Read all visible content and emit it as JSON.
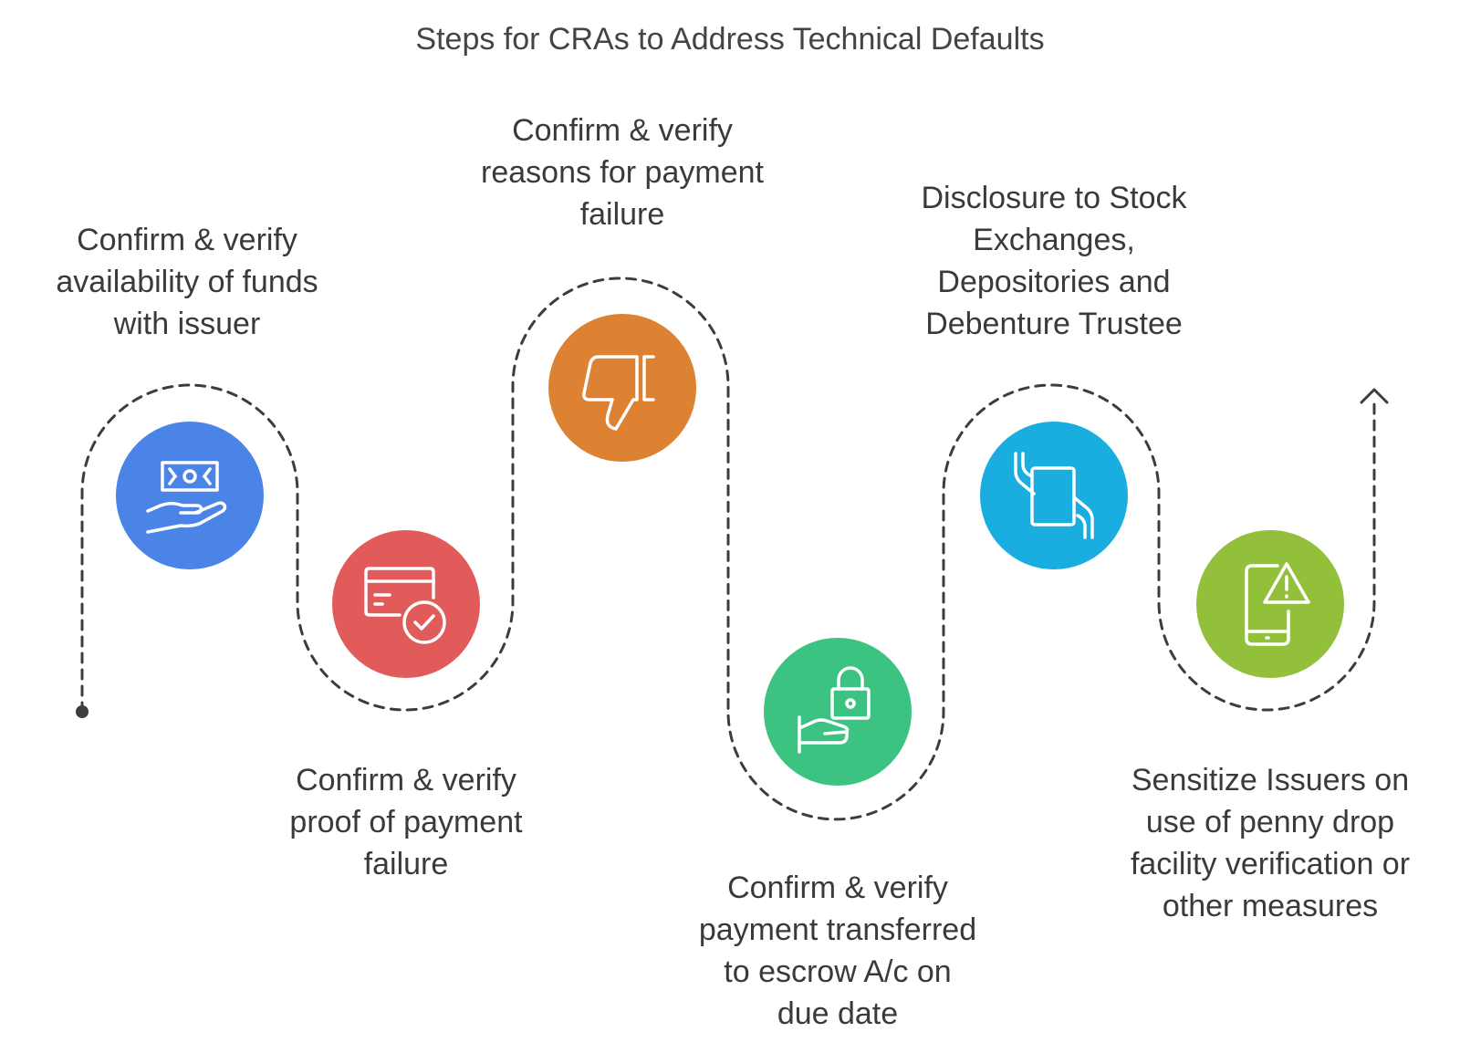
{
  "title": "Steps for CRAs to Address Technical Defaults",
  "colors": {
    "path": "#3d3d3d",
    "icon_stroke": "#ffffff",
    "text": "#3a3a3a"
  },
  "steps": [
    {
      "icon": "money-hand-icon",
      "color": "#4a84e6",
      "label_lines": [
        "Confirm & verify",
        "availability of funds",
        "with issuer"
      ]
    },
    {
      "icon": "credit-card-check-icon",
      "color": "#e15b5b",
      "label_lines": [
        "Confirm & verify",
        "proof of payment",
        "failure"
      ]
    },
    {
      "icon": "thumbs-down-icon",
      "color": "#dd8233",
      "label_lines": [
        "Confirm & verify",
        "reasons for payment",
        "failure"
      ]
    },
    {
      "icon": "hand-lock-icon",
      "color": "#3cc281",
      "label_lines": [
        "Confirm & verify",
        "payment transferred",
        "to escrow A/c on",
        "due date"
      ]
    },
    {
      "icon": "hands-document-icon",
      "color": "#19ade0",
      "label_lines": [
        "Disclosure to Stock",
        "Exchanges,",
        "Depositories and",
        "Debenture Trustee"
      ]
    },
    {
      "icon": "phone-warning-icon",
      "color": "#92c03b",
      "label_lines": [
        "Sensitize Issuers on",
        "use of penny drop",
        "facility verification or",
        "other measures"
      ]
    }
  ]
}
